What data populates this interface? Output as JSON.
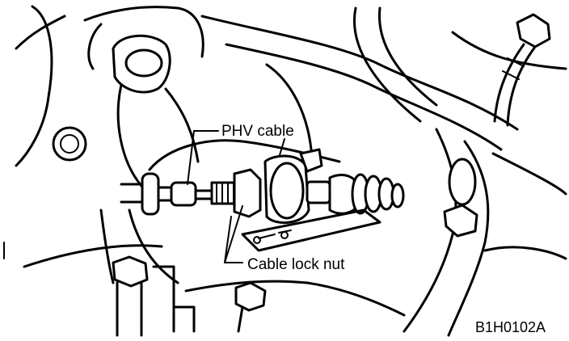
{
  "figure": {
    "labels": {
      "phv_cable": "PHV cable",
      "cable_lock_nut": "Cable lock nut"
    },
    "figure_code": "B1H0102A"
  }
}
